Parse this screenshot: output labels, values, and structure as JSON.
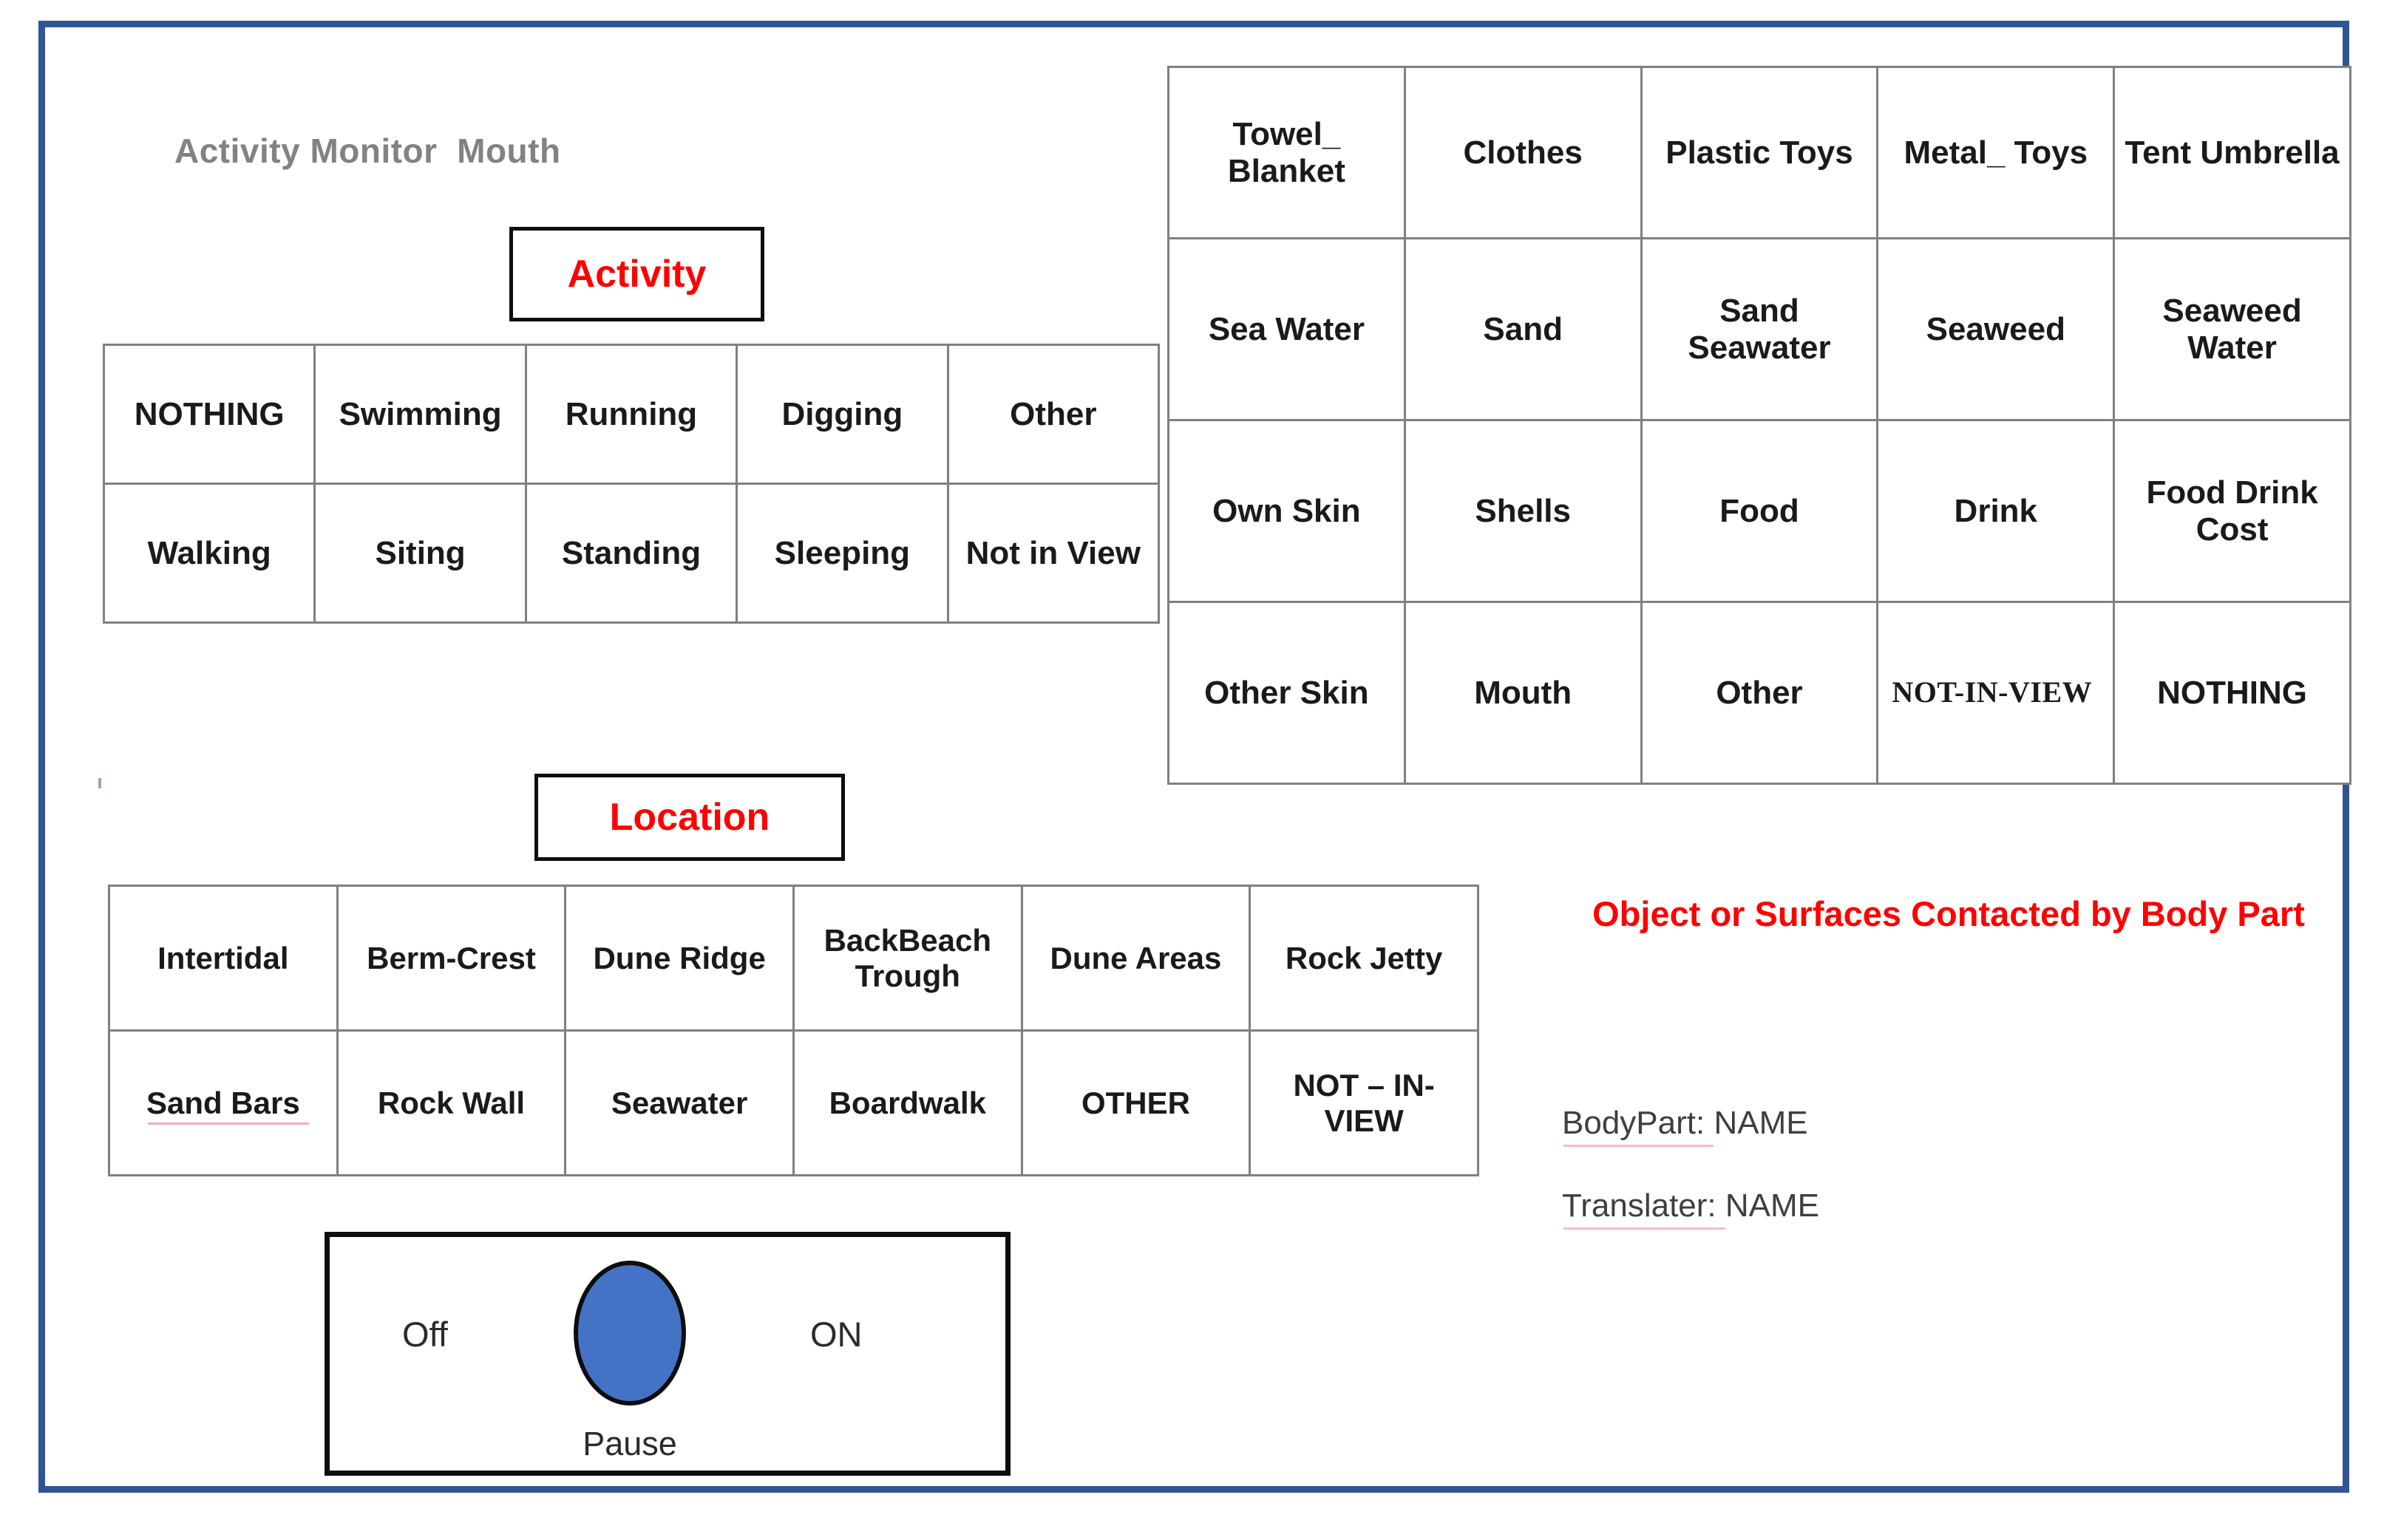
{
  "app": {
    "header": "Activity Monitor  Mouth",
    "frame_color": "#2F5496",
    "accent_red": "#FF0000",
    "knob_color": "#4472C4"
  },
  "sections": {
    "activity": {
      "chip_label": "Activity",
      "rows": [
        [
          "NOTHING",
          "Swimming",
          "Running",
          "Digging",
          "Other"
        ],
        [
          "Walking",
          "Siting",
          "Standing",
          "Sleeping",
          "Not in View"
        ]
      ]
    },
    "location": {
      "chip_label": "Location",
      "rows": [
        [
          "Intertidal",
          "Berm-Crest",
          "Dune Ridge",
          "BackBeach Trough",
          "Dune Areas",
          "Rock  Jetty"
        ],
        [
          "Sand  Bars",
          "Rock Wall",
          "Seawater",
          "Boardwalk",
          "OTHER",
          "NOT – IN- VIEW"
        ]
      ]
    },
    "objects": {
      "caption": "Object or Surfaces Contacted by Body Part",
      "rows": [
        [
          "Towel_ Blanket",
          "Clothes",
          "Plastic Toys",
          "Metal_ Toys",
          "Tent Umbrella"
        ],
        [
          "Sea Water",
          "Sand",
          "Sand Seawater",
          "Seaweed",
          "Seaweed Water"
        ],
        [
          "Own Skin",
          "Shells",
          "Food",
          "Drink",
          "Food Drink Cost"
        ],
        [
          "Other Skin",
          "Mouth",
          "Other",
          "NOT-IN-VIEW",
          "NOTHING"
        ]
      ]
    }
  },
  "meta": {
    "bodypart_label": "BodyPart:",
    "bodypart_value": "NAME",
    "translater_label": "Translater:",
    "translater_value": "NAME"
  },
  "toggle": {
    "off_label": "Off",
    "on_label": "ON",
    "pause_label": "Pause"
  }
}
